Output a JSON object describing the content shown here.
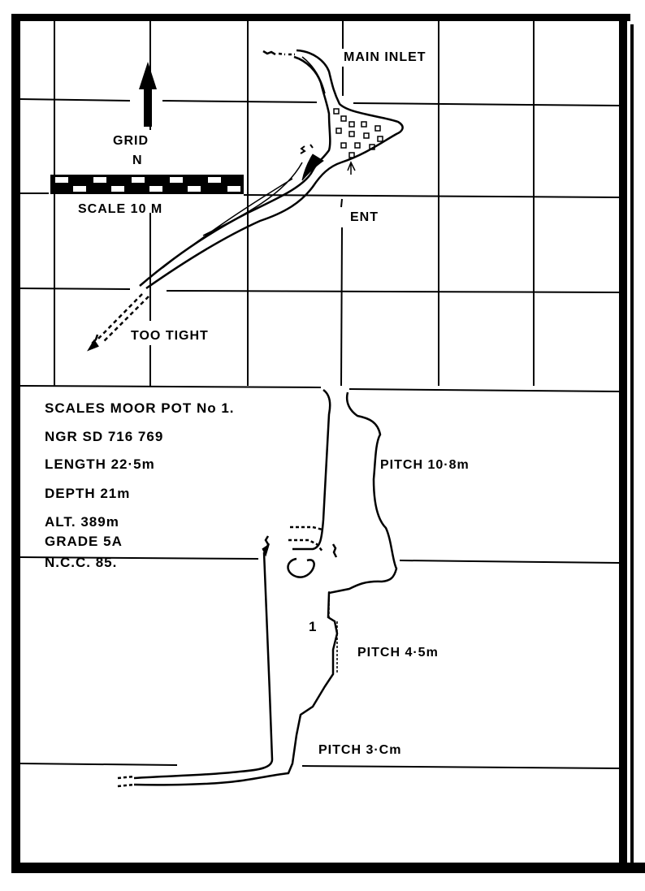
{
  "plan": {
    "north_label": "GRID",
    "north_letter": "N",
    "scale_label": "SCALE 10 M",
    "main_inlet": "MAIN  INLET",
    "entrance": "ENT",
    "too_tight": "TOO TIGHT"
  },
  "info": {
    "name": "SCALES MOOR POT No 1.",
    "ngr": "NGR SD 716 769",
    "length": "LENGTH 22·5m",
    "depth": "DEPTH   21m",
    "altitude": "ALT. 389m",
    "grade": "GRADE 5A",
    "credit": "N.C.C. 85."
  },
  "elevation": {
    "pitch1": "PITCH 10·8m",
    "pitch2": "PITCH 4·5m",
    "pitch3": "PITCH 3·Cm",
    "marker": "1"
  }
}
